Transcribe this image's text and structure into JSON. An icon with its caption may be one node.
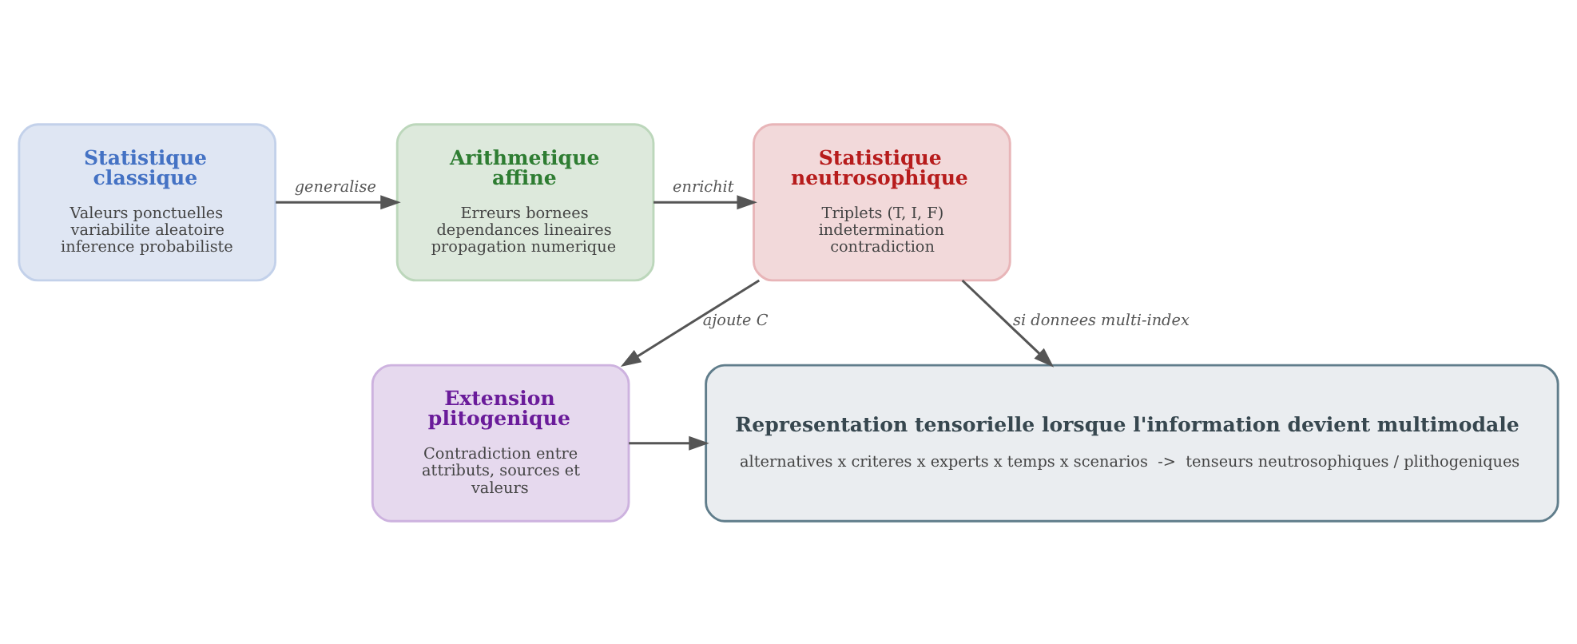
{
  "diagram": {
    "nodes": [
      {
        "text": [
          "Statistique classique",
          "Valeurs ponctuelles variabilite aleatoire inference probabiliste"
        ]
      },
      {
        "text": [
          "Arithmetique affine",
          "Erreurs bornees dependances lineaires propagation numerique"
        ]
      },
      {
        "text": [
          "Statistique neutrosophique",
          "Triplets (T, I, F) indetermination contradiction"
        ]
      },
      {
        "text": [
          "Extension plitogenique",
          "Contradiction entre attributs, sources et valeurs"
        ]
      },
      {
        "text": [
          "Representation tensorielle lorsque l'information devient multimodale",
          "alternatives x criteres x experts x temps x scenarios  ->  tenseurs neutrosophiques / plithogeniques"
        ]
      }
    ],
    "edges": [
      {
        "from": 0,
        "to": 1,
        "arrow": "to",
        "label": "generalise"
      },
      {
        "from": 1,
        "to": 2,
        "arrow": "to",
        "label": "enrichit"
      },
      {
        "from": 2,
        "to": 4,
        "arrow": "to",
        "label": "si donnees multi-index"
      },
      {
        "from": 2,
        "to": 3,
        "arrow": "to",
        "label": "ajoute C"
      },
      {
        "from": 3,
        "to": 4,
        "arrow": "to"
      }
    ]
  }
}
